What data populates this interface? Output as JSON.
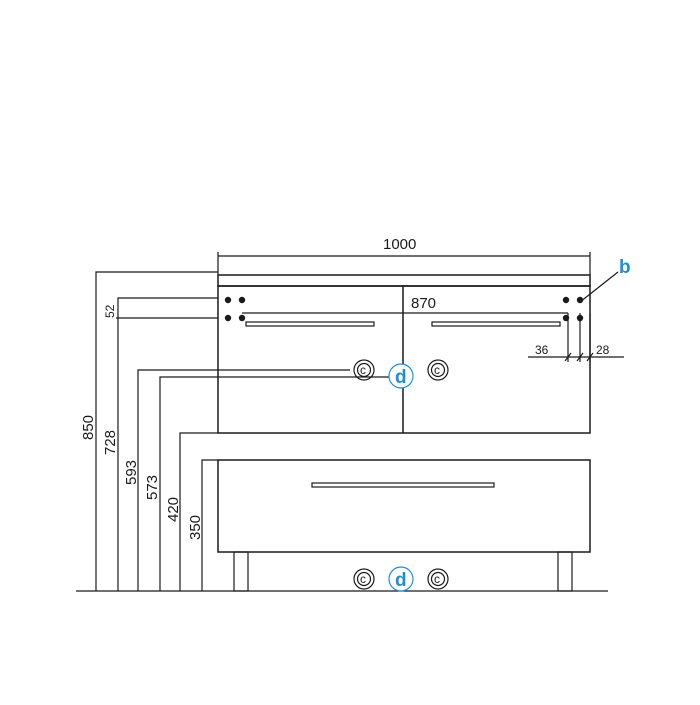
{
  "dimensions": {
    "total_width": "1000",
    "inner_width": "870",
    "offset_left": "36",
    "offset_right": "28",
    "height_850": "850",
    "height_728": "728",
    "height_593": "593",
    "height_573": "573",
    "height_420": "420",
    "height_350": "350",
    "gap_52": "52"
  },
  "markers": {
    "b": "b",
    "d_top": "d",
    "d_bottom": "d",
    "c": "c"
  },
  "colors": {
    "line": "#1a1a1a",
    "accent": "#1e8fd6"
  }
}
